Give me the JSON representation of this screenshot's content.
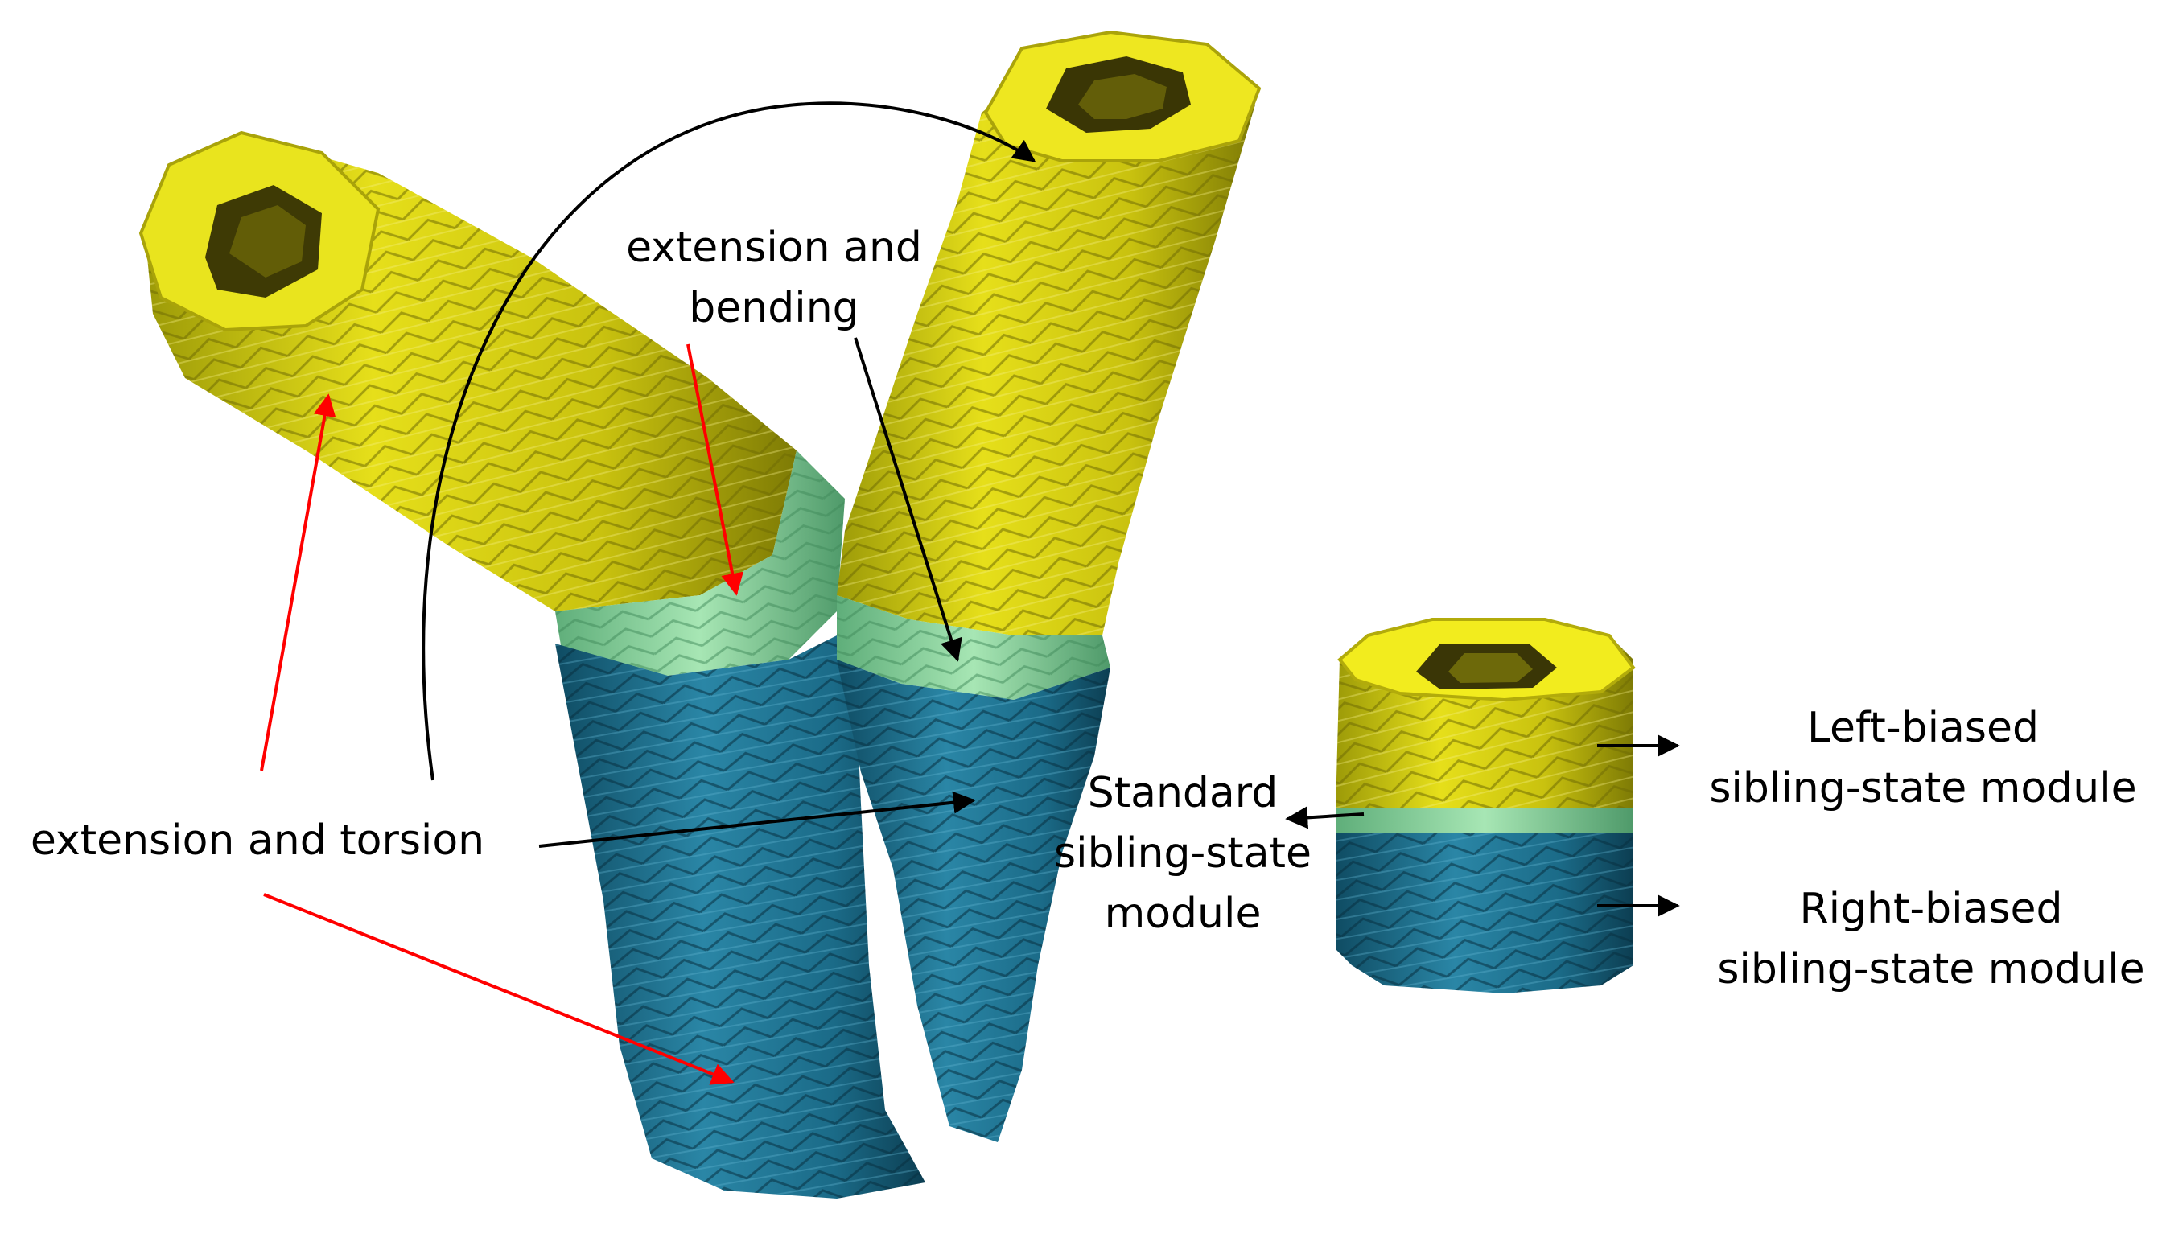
{
  "labels": {
    "extension_bending_line1": "extension and",
    "extension_bending_line2": "bending",
    "extension_torsion": "extension and torsion",
    "standard_line1": "Standard",
    "standard_line2": "sibling-state",
    "standard_line3": "module",
    "left_biased_line1": "Left-biased",
    "left_biased_line2": "sibling-state module",
    "right_biased_line1": "Right-biased",
    "right_biased_line2": "sibling-state module"
  },
  "colors": {
    "left_biased_module": "#d4cc10",
    "standard_module": "#8fd8a0",
    "right_biased_module": "#1e6f8c",
    "annotation_arrow_red": "#ff0000",
    "annotation_arrow_black": "#000000"
  }
}
